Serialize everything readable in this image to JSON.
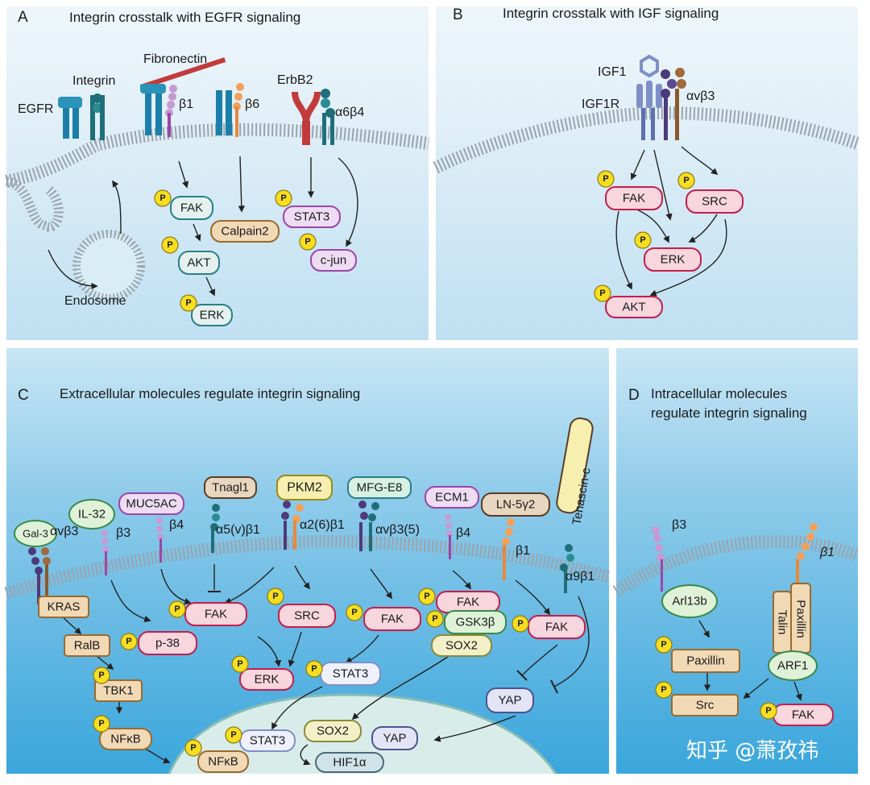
{
  "panels": {
    "a": {
      "letter": "A",
      "title": "Integrin crosstalk with EGFR signaling"
    },
    "b": {
      "letter": "B",
      "title": "Integrin crosstalk with IGF signaling"
    },
    "c": {
      "letter": "C",
      "title": "Extracellular molecules regulate integrin signaling"
    },
    "d": {
      "letter": "D",
      "title_line1": "Intracellular molecules",
      "title_line2": "regulate integrin signaling"
    }
  },
  "labels_a": {
    "fibronectin": "Fibronectin",
    "integrin": "Integrin",
    "egfr": "EGFR",
    "b1": "β1",
    "b6": "β6",
    "erbb2": "ErbB2",
    "a6b4": "α6β4",
    "endosome": "Endosome",
    "fak": "FAK",
    "akt": "AKT",
    "erk": "ERK",
    "calpain2": "Calpain2",
    "stat3": "STAT3",
    "cjun": "c-jun"
  },
  "labels_b": {
    "igf1": "IGF1",
    "igf1r": "IGF1R",
    "avb3": "αvβ3",
    "fak": "FAK",
    "src": "SRC",
    "erk": "ERK",
    "akt": "AKT"
  },
  "labels_c": {
    "gal3": "Gal-3",
    "il32": "IL-32",
    "muc5ac": "MUC5AC",
    "tnagl1": "Tnagl1",
    "pkm2": "PKM2",
    "mfge8": "MFG-E8",
    "ecm1": "ECM1",
    "ln5g2": "LN-5γ2",
    "tenascin": "Tenascin-c",
    "avb3": "αvβ3",
    "b3": "β3",
    "b4a": "β4",
    "a5vb1": "α5(v)β1",
    "a26b1": "α2(6)β1",
    "avb35": "αvβ3(5)",
    "b4b": "β4",
    "b1": "β1",
    "a9b1": "α9β1",
    "kras": "KRAS",
    "ralb": "RalB",
    "tbk1": "TBK1",
    "nfkb": "NFκB",
    "p38": "p-38",
    "fak1": "FAK",
    "src": "SRC",
    "erk": "ERK",
    "fak2": "FAK",
    "stat3": "STAT3",
    "fak3": "FAK",
    "gsk3b": "GSK3β",
    "sox2": "SOX2",
    "fak4": "FAK",
    "yap": "YAP",
    "n_nfkb": "NFκB",
    "n_stat3": "STAT3",
    "n_sox2": "SOX2",
    "n_yap": "YAP",
    "n_hif1a": "HIF1α"
  },
  "labels_d": {
    "b3": "β3",
    "b1": "β1",
    "arl13b": "Arl13b",
    "talin": "Talin",
    "paxillin_rod": "Paxillin",
    "paxillin": "Paxillin",
    "arf1": "ARF1",
    "src": "Src",
    "fak": "FAK"
  },
  "phospho_label": "P",
  "watermark": "知乎 @萧孜祎",
  "colors": {
    "bg_top": "#d6eaf6",
    "bg_bottom": "#3ea9dd",
    "membrane": "#9aa4ad",
    "pink": "#f7d6de",
    "pink_stroke": "#c41e4c",
    "teal": "#e4f1ef",
    "teal_stroke": "#2b7f86",
    "tan": "#f1d9b6",
    "tan_stroke": "#9a6a2e",
    "purple": "#eddcf2",
    "purple_stroke": "#9b46a8",
    "yellow_p": "#f7de21",
    "nucleus": "#d8edea"
  }
}
